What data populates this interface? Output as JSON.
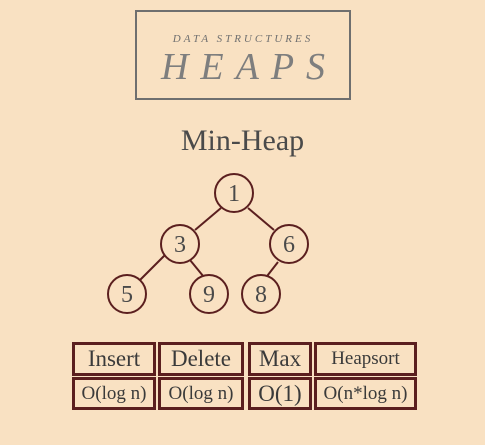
{
  "banner": {
    "subtitle": "DATA STRUCTURES",
    "title": "HEAPS"
  },
  "heading": "Min-Heap",
  "tree": {
    "nodes": [
      {
        "id": "n1",
        "value": "1"
      },
      {
        "id": "n3",
        "value": "3"
      },
      {
        "id": "n6",
        "value": "6"
      },
      {
        "id": "n5",
        "value": "5"
      },
      {
        "id": "n9",
        "value": "9"
      },
      {
        "id": "n8",
        "value": "8"
      }
    ],
    "edges": [
      [
        "n1",
        "n3"
      ],
      [
        "n1",
        "n6"
      ],
      [
        "n3",
        "n5"
      ],
      [
        "n3",
        "n9"
      ],
      [
        "n6",
        "n8"
      ]
    ]
  },
  "table": {
    "headers": [
      "Insert",
      "Delete",
      "Max",
      "Heapsort"
    ],
    "values": [
      "O(log n)",
      "O(log n)",
      "O(1)",
      "O(n*log n)"
    ]
  },
  "colors": {
    "background": "#f9e1c2",
    "border": "#5b1f1f",
    "text": "#4a4a4a"
  }
}
